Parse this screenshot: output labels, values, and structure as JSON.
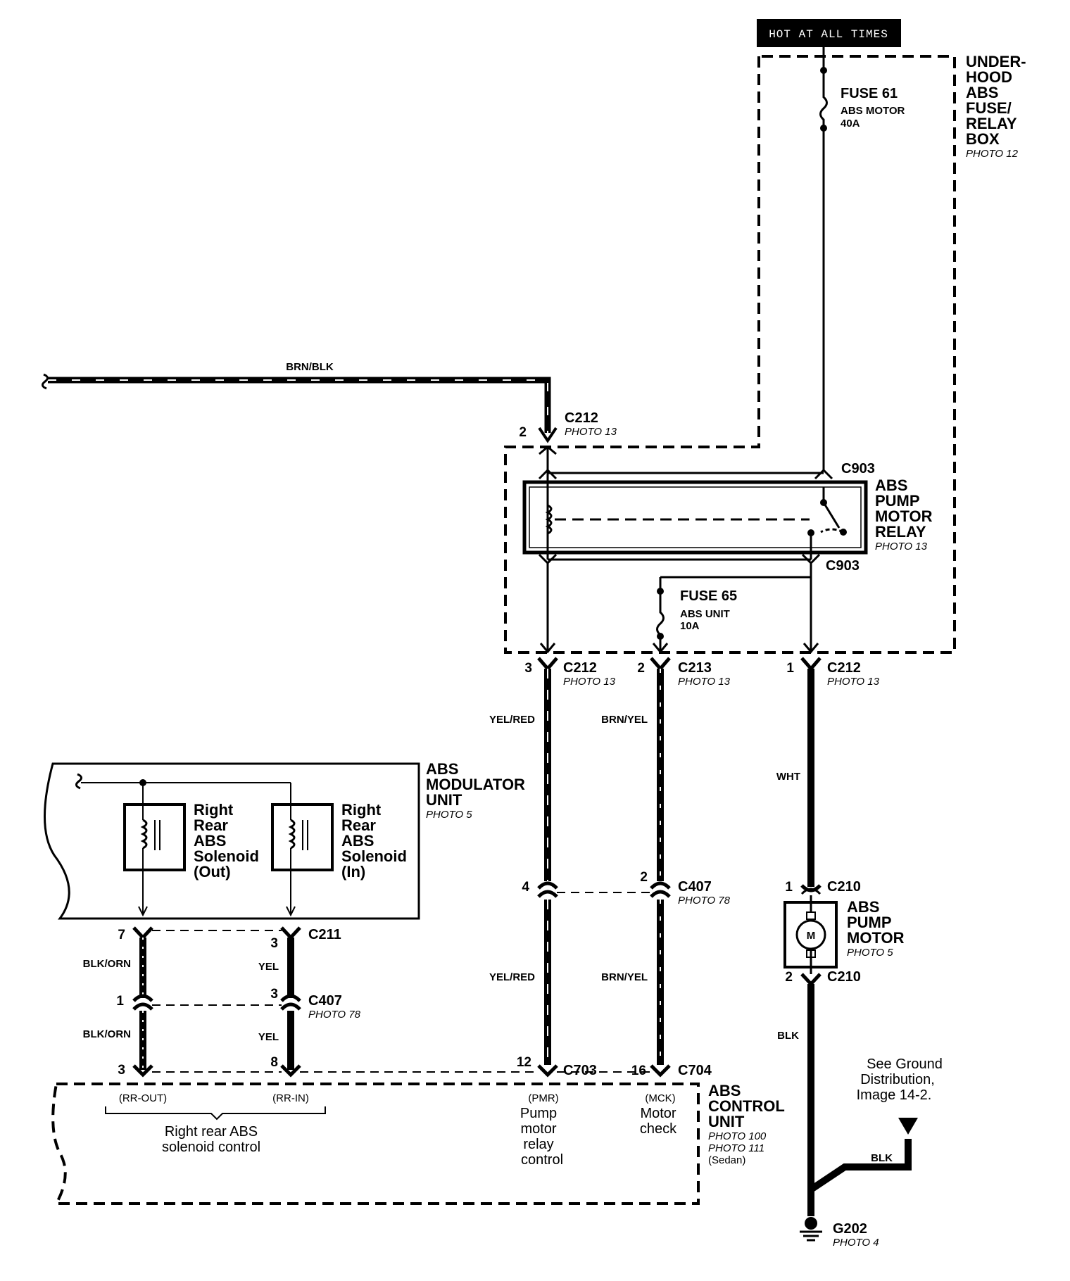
{
  "header": {
    "hot_label": "HOT AT ALL TIMES"
  },
  "fuse_box": {
    "name_lines": [
      "UNDER-",
      "HOOD",
      "ABS",
      "FUSE/",
      "RELAY",
      "BOX"
    ],
    "photo": "PHOTO 12"
  },
  "fuse61": {
    "name": "FUSE 61",
    "desc": "ABS MOTOR",
    "rating": "40A"
  },
  "fuse65": {
    "name": "FUSE 65",
    "desc": "ABS UNIT",
    "rating": "10A"
  },
  "wires": {
    "brn_blk": "BRN/BLK",
    "yel_red_1": "YEL/RED",
    "yel_red_2": "YEL/RED",
    "brn_yel_1": "BRN/YEL",
    "brn_yel_2": "BRN/YEL",
    "wht": "WHT",
    "blk_1": "BLK",
    "blk_2": "BLK",
    "blk_orn_1": "BLK/ORN",
    "blk_orn_2": "BLK/ORN",
    "yel_1": "YEL",
    "yel_2": "YEL"
  },
  "connectors": {
    "c212_top": {
      "pin": "2",
      "name": "C212",
      "photo": "PHOTO 13"
    },
    "c903_top": {
      "name": "C903"
    },
    "c903_bottom": {
      "name": "C903"
    },
    "c212_left": {
      "pin": "3",
      "name": "C212",
      "photo": "PHOTO 13"
    },
    "c213": {
      "pin": "2",
      "name": "C213",
      "photo": "PHOTO 13"
    },
    "c212_right": {
      "pin": "1",
      "name": "C212",
      "photo": "PHOTO 13"
    },
    "c407_mid": {
      "pin_left": "4",
      "pin_right": "2",
      "name": "C407",
      "photo": "PHOTO 78"
    },
    "c210_top": {
      "pin": "1",
      "name": "C210"
    },
    "c210_bottom": {
      "pin": "2",
      "name": "C210"
    },
    "c211": {
      "pin_left": "7",
      "pin_right": "3",
      "name": "C211"
    },
    "c407_left": {
      "pin_left": "1",
      "pin_right": "3",
      "name": "C407",
      "photo": "PHOTO 78"
    },
    "bottom_pins": {
      "left": "3",
      "right": "8"
    },
    "c703": {
      "pin": "12",
      "name": "C703"
    },
    "c704": {
      "pin": "16",
      "name": "C704"
    }
  },
  "relay": {
    "name_lines": [
      "ABS",
      "PUMP",
      "MOTOR",
      "RELAY"
    ],
    "photo": "PHOTO 13"
  },
  "modulator": {
    "name_lines": [
      "ABS",
      "MODULATOR",
      "UNIT"
    ],
    "photo": "PHOTO 5"
  },
  "solenoid_out": {
    "lines": [
      "Right",
      "Rear",
      "ABS",
      "Solenoid",
      "(Out)"
    ]
  },
  "solenoid_in": {
    "lines": [
      "Right",
      "Rear",
      "ABS",
      "Solenoid",
      "(In)"
    ]
  },
  "pump_motor": {
    "name_lines": [
      "ABS",
      "PUMP",
      "MOTOR"
    ],
    "photo": "PHOTO 5",
    "symbol": "M"
  },
  "control_unit": {
    "name_lines": [
      "ABS",
      "CONTROL",
      "UNIT"
    ],
    "photos": [
      "PHOTO 100",
      "PHOTO 111",
      "(Sedan)"
    ],
    "rr_out": "(RR-OUT)",
    "rr_in": "(RR-IN)",
    "rr_desc": [
      "Right rear ABS",
      "solenoid control"
    ],
    "pmr": "(PMR)",
    "pmr_desc": [
      "Pump",
      "motor",
      "relay",
      "control"
    ],
    "mck": "(MCK)",
    "mck_desc": [
      "Motor",
      "check"
    ]
  },
  "ground": {
    "note": [
      "See Ground",
      "Distribution,",
      "Image 14-2."
    ],
    "name": "G202",
    "photo": "PHOTO 4"
  }
}
